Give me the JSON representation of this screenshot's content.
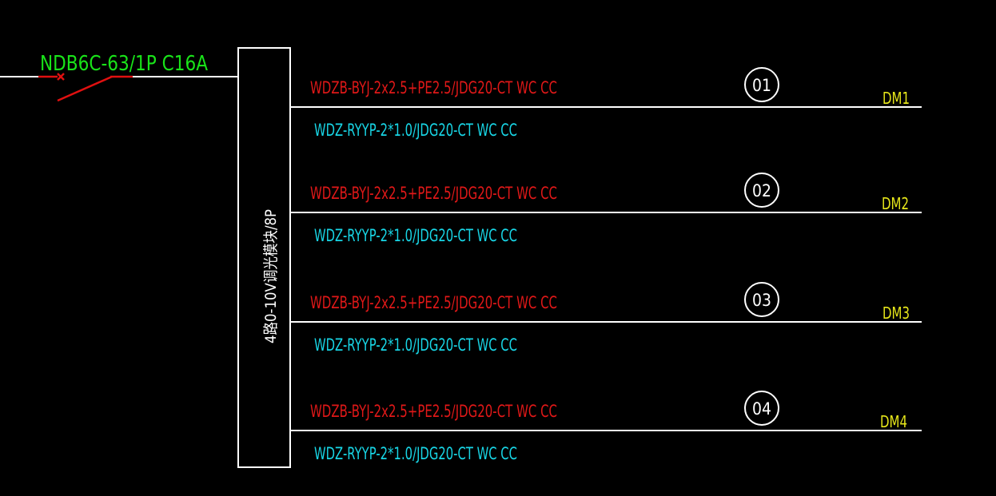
{
  "colors": {
    "background": "#000000",
    "line": "#ffffff",
    "breaker": "#e01010",
    "breaker_label": "#19e319",
    "power_cable": "#e01818",
    "control_cable": "#18d6e6",
    "circuit_name": "#e6e61a",
    "circle": "#ffffff"
  },
  "breaker": {
    "label": "NDB6C-63/1P C16A",
    "symbol": "breaker-switch-icon"
  },
  "module": {
    "label": "4路0-10V调光模块/8P"
  },
  "circuits": [
    {
      "number": "01",
      "power_cable": "WDZB-BYJ-2x2.5+PE2.5/JDG20-CT WC CC",
      "control_cable": "WDZ-RYYP-2*1.0/JDG20-CT WC CC",
      "name": "DM1"
    },
    {
      "number": "02",
      "power_cable": "WDZB-BYJ-2x2.5+PE2.5/JDG20-CT WC CC",
      "control_cable": "WDZ-RYYP-2*1.0/JDG20-CT WC CC",
      "name": "DM2"
    },
    {
      "number": "03",
      "power_cable": "WDZB-BYJ-2x2.5+PE2.5/JDG20-CT WC CC",
      "control_cable": "WDZ-RYYP-2*1.0/JDG20-CT WC CC",
      "name": "DM3"
    },
    {
      "number": "04",
      "power_cable": "WDZB-BYJ-2x2.5+PE2.5/JDG20-CT WC CC",
      "control_cable": "WDZ-RYYP-2*1.0/JDG20-CT WC CC",
      "name": "DM4"
    }
  ]
}
